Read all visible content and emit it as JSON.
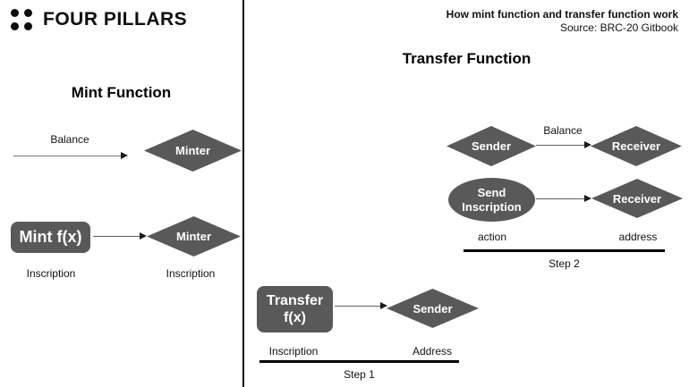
{
  "logo": {
    "text": "FOUR PILLARS"
  },
  "header": {
    "title": "How mint function and transfer function work",
    "source": "Source: BRC-20 Gitbook"
  },
  "colors": {
    "shape_gray": "#595959",
    "shape_text": "#ffffff",
    "line_black": "#000000"
  },
  "mint": {
    "heading": "Mint Function",
    "balance_arrow_label": "Balance",
    "minter1": "Minter",
    "box": "Mint f(x)",
    "minter2": "Minter",
    "box_caption": "Inscription",
    "minter2_caption": "Inscription"
  },
  "transfer": {
    "heading": "Transfer Function",
    "step2": {
      "sender": "Sender",
      "balance_arrow_label": "Balance",
      "receiver1": "Receiver",
      "send_inscription_line1": "Send",
      "send_inscription_line2": "Inscription",
      "receiver2": "Receiver",
      "action_caption": "action",
      "address_caption": "address",
      "label": "Step 2"
    },
    "step1": {
      "box_line1": "Transfer",
      "box_line2": "f(x)",
      "sender": "Sender",
      "inscription_caption": "Inscription",
      "address_caption": "Address",
      "label": "Step 1"
    }
  }
}
